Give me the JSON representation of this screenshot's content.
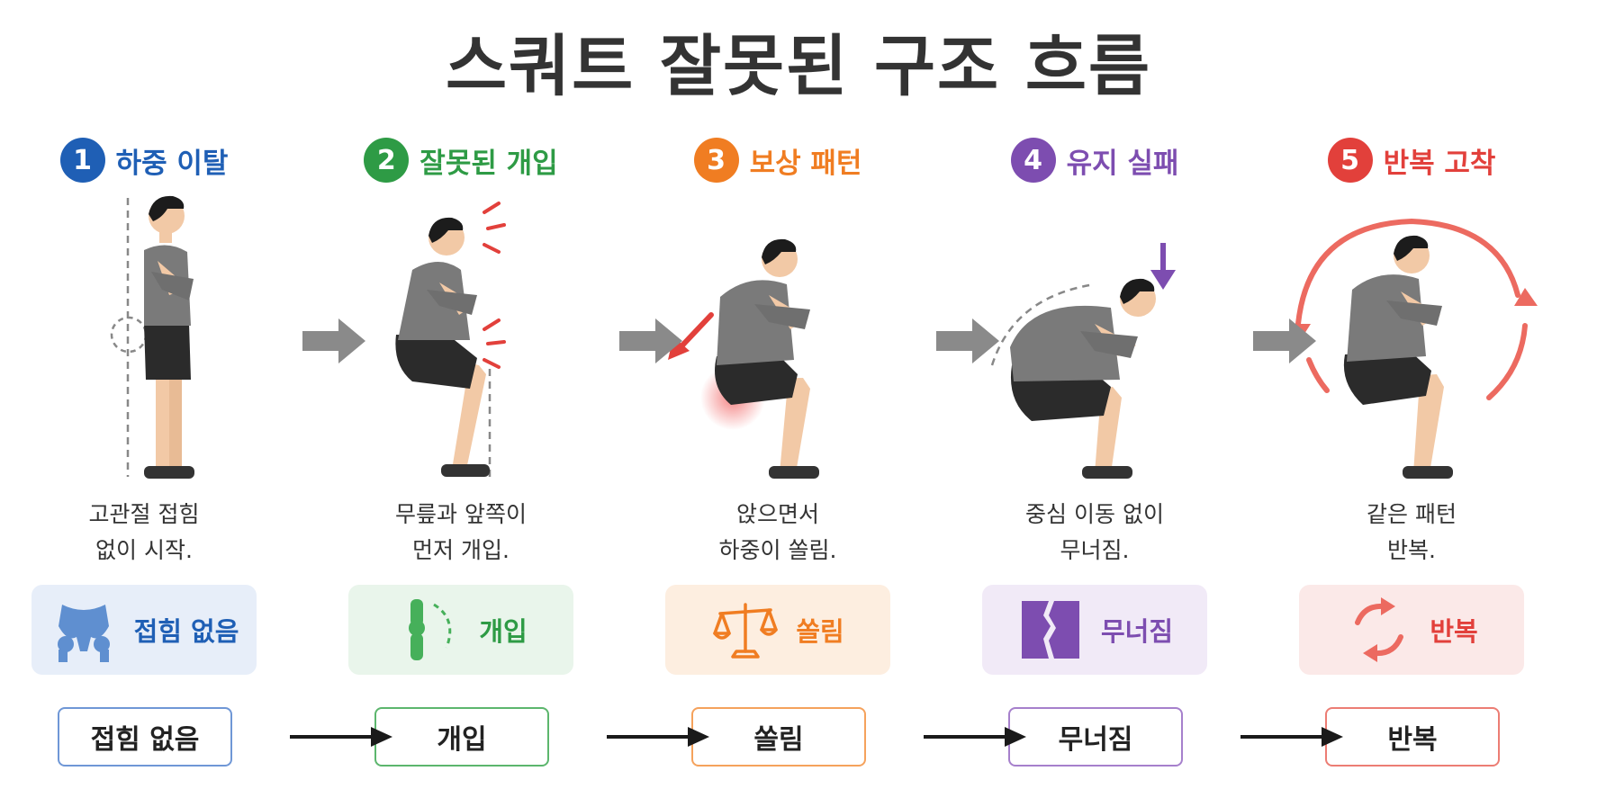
{
  "title": "스쿼트 잘못된 구조 흐름",
  "colors": {
    "blue": "#1f5fb5",
    "green": "#2e9b45",
    "orange": "#f07d22",
    "purple": "#7d4db0",
    "red": "#e2403b"
  },
  "steps": [
    {
      "number": "1",
      "label": "하중 이탈",
      "desc1": "고관절 접힘",
      "desc2": "없이 시작.",
      "card_label": "접힘 없음",
      "card_icon": "pelvis-icon",
      "flow_label": "접힘 없음"
    },
    {
      "number": "2",
      "label": "잘못된 개입",
      "desc1": "무릎과 앞쪽이",
      "desc2": "먼저 개입.",
      "card_label": "개입",
      "card_icon": "knee-joint-icon",
      "flow_label": "개입"
    },
    {
      "number": "3",
      "label": "보상 패턴",
      "desc1": "앉으면서",
      "desc2": "하중이 쏠림.",
      "card_label": "쏠림",
      "card_icon": "balance-scale-icon",
      "flow_label": "쏠림"
    },
    {
      "number": "4",
      "label": "유지 실패",
      "desc1": "중심 이동 없이",
      "desc2": "무너짐.",
      "card_label": "무너짐",
      "card_icon": "broken-block-icon",
      "flow_label": "무너짐"
    },
    {
      "number": "5",
      "label": "반복 고착",
      "desc1": "같은 패턴",
      "desc2": "반복.",
      "card_label": "반복",
      "card_icon": "repeat-cycle-icon",
      "flow_label": "반복"
    }
  ]
}
